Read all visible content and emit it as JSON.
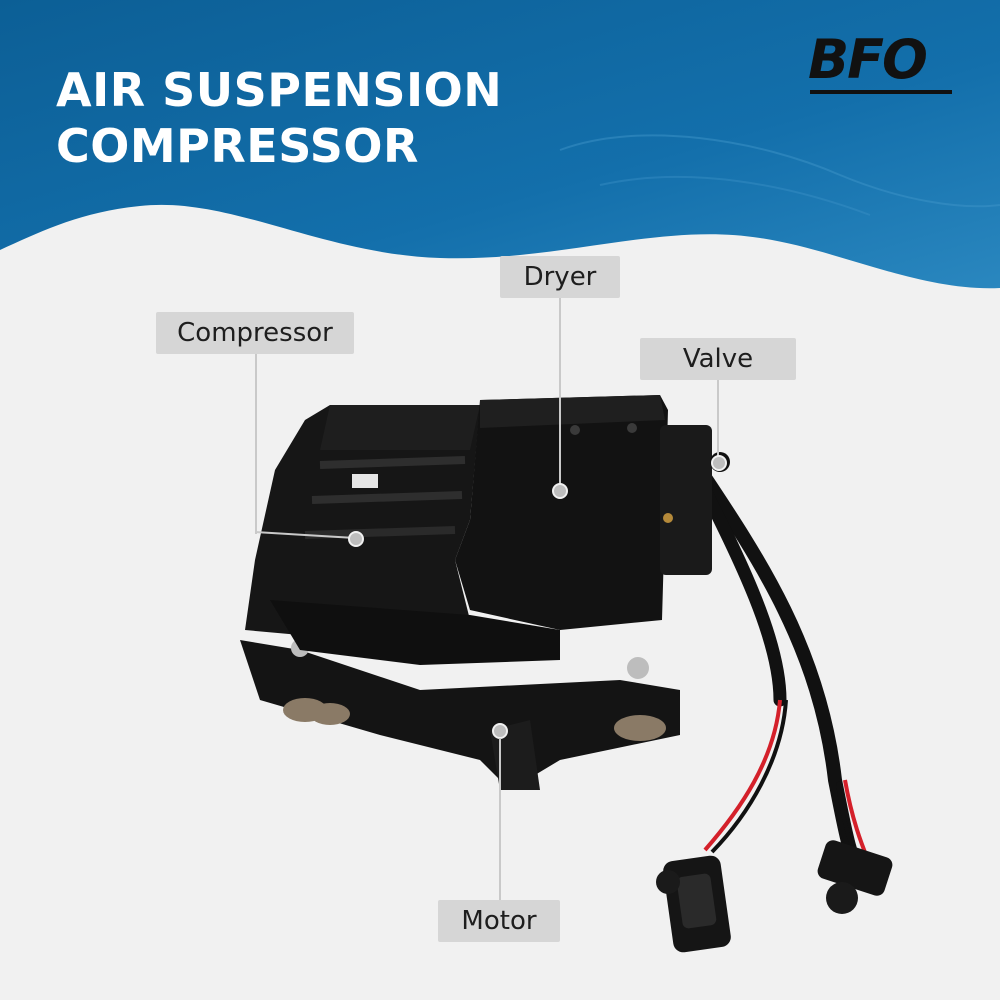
{
  "header": {
    "title": "AIR SUSPENSION\nCOMPRESSOR",
    "brand": "BFO",
    "background_color": "#0f6aa3"
  },
  "callouts": {
    "compressor": "Compressor",
    "dryer": "Dryer",
    "valve": "Valve",
    "motor": "Motor"
  }
}
